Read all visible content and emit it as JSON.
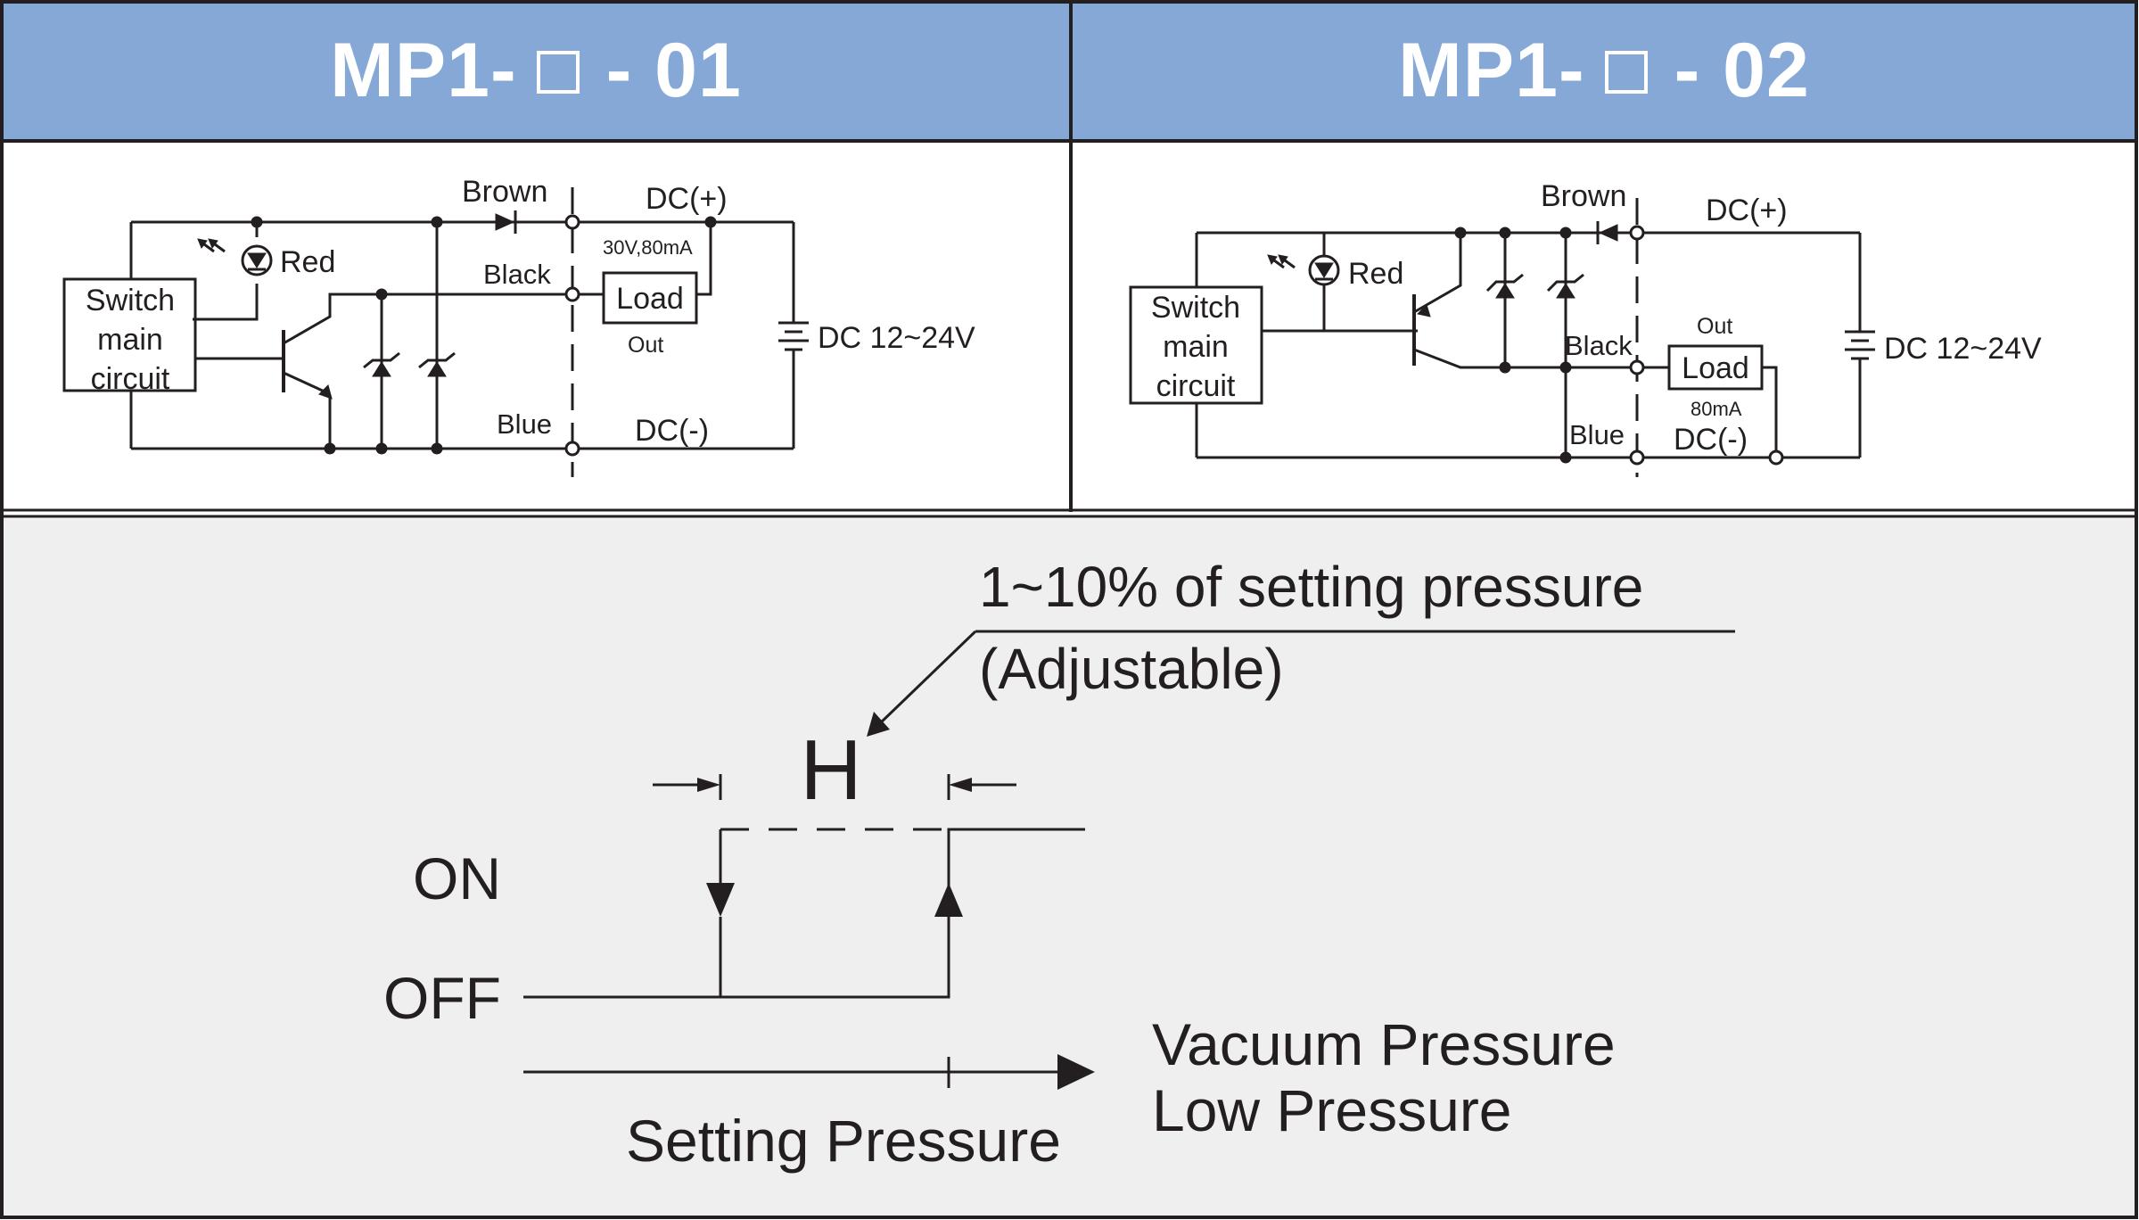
{
  "panels": [
    {
      "title_prefix": "MP1-",
      "title_suffix": "- 01",
      "labels": {
        "brown": "Brown",
        "dc_plus": "DC(+)",
        "red": "Red",
        "black": "Black",
        "rating": "30V,80mA",
        "load": "Load",
        "out": "Out",
        "switch_l1": "Switch",
        "switch_l2": "main",
        "switch_l3": "circuit",
        "supply": "DC 12~24V",
        "blue": "Blue",
        "dc_minus": "DC(-)"
      }
    },
    {
      "title_prefix": "MP1-",
      "title_suffix": "- 02",
      "labels": {
        "brown": "Brown",
        "dc_plus": "DC(+)",
        "red": "Red",
        "black": "Black",
        "out": "Out",
        "load": "Load",
        "rating": "80mA",
        "switch_l1": "Switch",
        "switch_l2": "main",
        "switch_l3": "circuit",
        "supply": "DC 12~24V",
        "blue": "Blue",
        "dc_minus": "DC(-)"
      }
    }
  ],
  "hysteresis": {
    "note_line1": "1~10% of setting pressure",
    "note_line2": "(Adjustable)",
    "h_label": "H",
    "on_label": "ON",
    "off_label": "OFF",
    "axis_label1": "Vacuum Pressure",
    "axis_label2": "Low Pressure",
    "setting_label": "Setting Pressure"
  },
  "colors": {
    "header": "#85a8d7",
    "lower_bg": "#efefef",
    "line": "#231f20"
  }
}
